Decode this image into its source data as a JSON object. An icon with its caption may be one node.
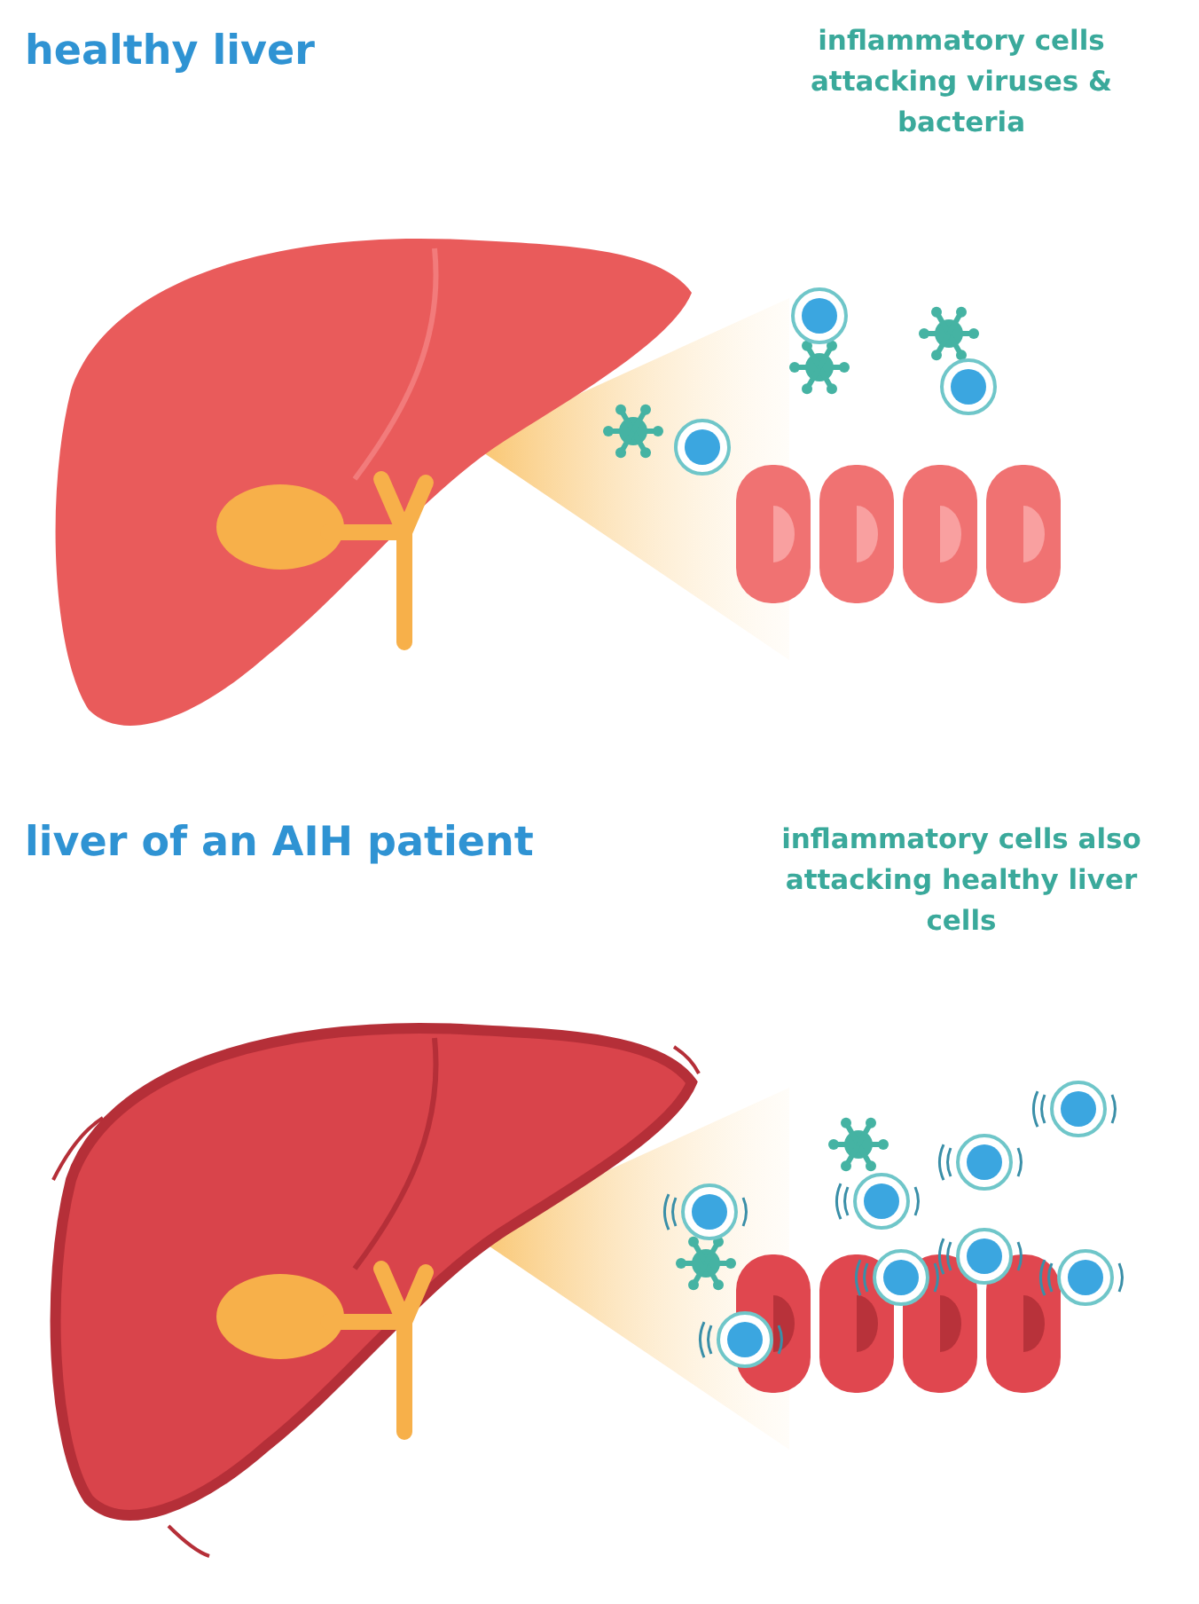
{
  "diagram": {
    "labels": [
      "healthy liver",
      "inflammatory cells attacking viruses & bacteria",
      "liver of an AIH patient",
      "inflammatory cells also attacking healthy liver cells"
    ]
  }
}
